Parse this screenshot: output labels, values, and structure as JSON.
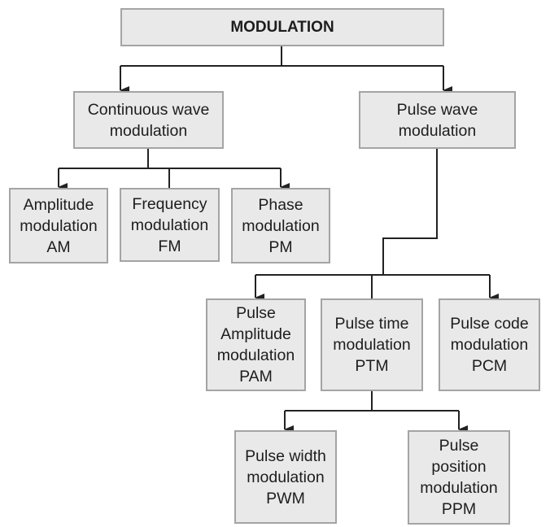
{
  "diagram": {
    "title": "Modulation classification tree",
    "colors": {
      "box_fill": "#e9e9ea",
      "box_border": "#a4a4a4",
      "line": "#222222",
      "text": "#1d1d1d"
    },
    "nodes": {
      "root": {
        "lines": [
          "MODULATION"
        ]
      },
      "cw": {
        "lines": [
          "Continuous wave",
          "modulation"
        ]
      },
      "pw": {
        "lines": [
          "Pulse wave",
          "modulation"
        ]
      },
      "am": {
        "lines": [
          "Amplitude",
          "modulation",
          "AM"
        ]
      },
      "fm": {
        "lines": [
          "Frequency",
          "modulation",
          "FM"
        ]
      },
      "pm": {
        "lines": [
          "Phase",
          "modulation",
          "PM"
        ]
      },
      "pam": {
        "lines": [
          "Pulse",
          "Amplitude",
          "modulation",
          "PAM"
        ]
      },
      "ptm": {
        "lines": [
          "Pulse time",
          "modulation",
          "PTM"
        ]
      },
      "pcm": {
        "lines": [
          "Pulse code",
          "modulation",
          "PCM"
        ]
      },
      "pwm": {
        "lines": [
          "Pulse width",
          "modulation",
          "PWM"
        ]
      },
      "ppm": {
        "lines": [
          "Pulse",
          "position",
          "modulation",
          "PPM"
        ]
      }
    },
    "edges": [
      {
        "from": "root",
        "to": "cw",
        "arrow": true
      },
      {
        "from": "root",
        "to": "pw",
        "arrow": true
      },
      {
        "from": "cw",
        "to": "am",
        "arrow": true
      },
      {
        "from": "cw",
        "to": "fm",
        "arrow": false
      },
      {
        "from": "cw",
        "to": "pm",
        "arrow": true
      },
      {
        "from": "pw",
        "to": "pam",
        "arrow": true
      },
      {
        "from": "pw",
        "to": "ptm",
        "arrow": false
      },
      {
        "from": "pw",
        "to": "pcm",
        "arrow": true
      },
      {
        "from": "ptm",
        "to": "pwm",
        "arrow": true
      },
      {
        "from": "ptm",
        "to": "ppm",
        "arrow": true
      }
    ]
  }
}
